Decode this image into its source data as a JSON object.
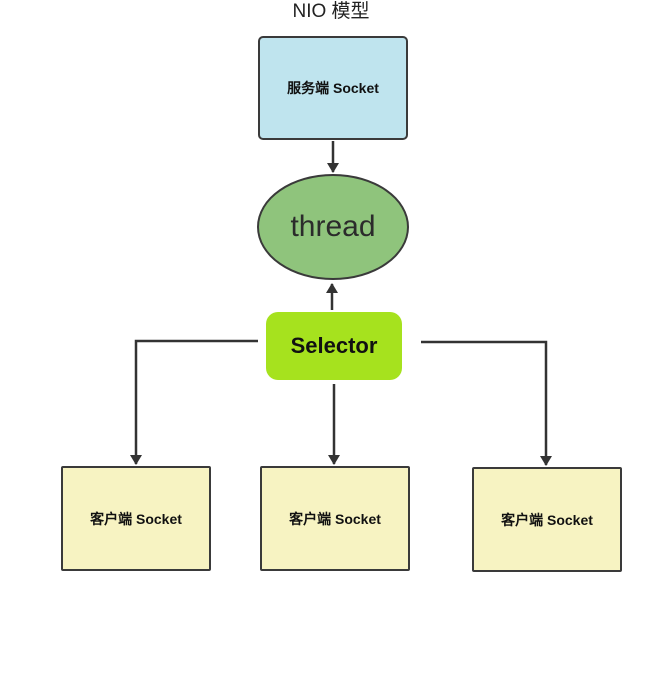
{
  "title": "NIO 模型",
  "colors": {
    "server_fill": "#bfe4ee",
    "thread_fill": "#8fc47c",
    "selector_fill": "#a6e21e",
    "client_fill": "#f7f3c2",
    "line": "#333333"
  },
  "nodes": {
    "server": {
      "label": "服务端 Socket"
    },
    "thread": {
      "label": "thread"
    },
    "selector": {
      "label": "Selector"
    },
    "clients": [
      {
        "label": "客户端 Socket"
      },
      {
        "label": "客户端 Socket"
      },
      {
        "label": "客户端 Socket"
      }
    ]
  }
}
